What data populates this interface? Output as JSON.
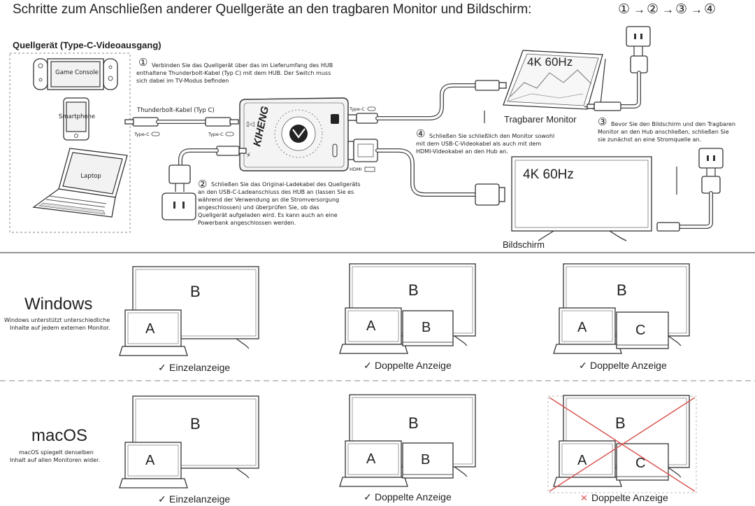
{
  "header": {
    "title": "Schritte zum Anschließen anderer Quellgeräte an den tragbaren Monitor und Bildschirm:",
    "steps": [
      "①",
      "→",
      "②",
      "→",
      "③",
      "→",
      "④"
    ]
  },
  "source_group": {
    "label": "Quellgerät (Type-C-Videoausgang)",
    "devices": [
      "Game Console",
      "Smartphone",
      "Laptop"
    ]
  },
  "steps": {
    "step1": {
      "number": "①",
      "lines": [
        "Verbinden Sie das Quellgerät über das im Lieferumfang des HUB",
        "enthaltene Thunderbolt-Kabel (Typ C) mit dem HUB. Der Switch muss",
        "sich dabei im TV-Modus befinden"
      ]
    },
    "step2": {
      "number": "②",
      "lines": [
        "Schließen Sie das Original-Ladekabel des Quellgeräts",
        "an den USB-C-Ladeanschluss des HUB an (lassen Sie es",
        "während der Verwendung an die Stromversorgung",
        "angeschlossen) und überprüfen Sie, ob das",
        "Quellgerät aufgeladen wird. Es kann auch an eine",
        "Powerbank angeschlossen werden."
      ]
    },
    "step3": {
      "number": "③",
      "lines": [
        "Bevor Sie den Bildschirm und den Tragbaren",
        "Monitor an den Hub anschließen, schließen Sie",
        "sie zunächst an eine Stromquelle an."
      ]
    },
    "step4": {
      "number": "④",
      "lines": [
        "Schließen Sie schließlich den Monitor sowohl",
        "mit dem USB-C-Videokabel als auch mit dem",
        "HDMI-Videokabel an den Hub an."
      ]
    }
  },
  "hub": {
    "brand": "KIHENG",
    "cable_label": "Thunderbolt-Kabel (Typ C)",
    "port_labels": {
      "typec_left": "Type-C",
      "typec_mid": "Type-C",
      "typec_right": "Type-C",
      "hdmi": "HDMI"
    }
  },
  "displays": {
    "portable": {
      "resolution": "4K 60Hz",
      "label": "Tragbarer Monitor"
    },
    "screen": {
      "resolution": "4K 60Hz",
      "label": "Bildschirm"
    }
  },
  "modes": {
    "windows": {
      "title": "Windows",
      "desc_lines": [
        "Windows unterstützt unterschiedliche",
        "Inhalte auf jedem externen Monitor."
      ],
      "panels": [
        {
          "screens": [
            "A",
            "B"
          ],
          "check": "✓",
          "caption": "Einzelanzeige"
        },
        {
          "screens": [
            "A",
            "B",
            "B"
          ],
          "check": "✓",
          "caption": "Doppelte Anzeige"
        },
        {
          "screens": [
            "A",
            "C",
            "B"
          ],
          "check": "✓",
          "caption": "Doppelte Anzeige"
        }
      ]
    },
    "macos": {
      "title": "macOS",
      "desc_lines": [
        "macOS spiegelt denselben",
        "Inhalt auf allen Monitoren wider."
      ],
      "panels": [
        {
          "screens": [
            "A",
            "B"
          ],
          "check": "✓",
          "caption": "Einzelanzeige"
        },
        {
          "screens": [
            "A",
            "B",
            "B"
          ],
          "check": "✓",
          "caption": "Doppelte Anzeige"
        },
        {
          "screens": [
            "A",
            "C",
            "B"
          ],
          "check": "✕",
          "caption": "Doppelte Anzeige"
        }
      ]
    }
  },
  "colors": {
    "cross": "#d9534f",
    "text": "#222222",
    "line": "#444444"
  }
}
